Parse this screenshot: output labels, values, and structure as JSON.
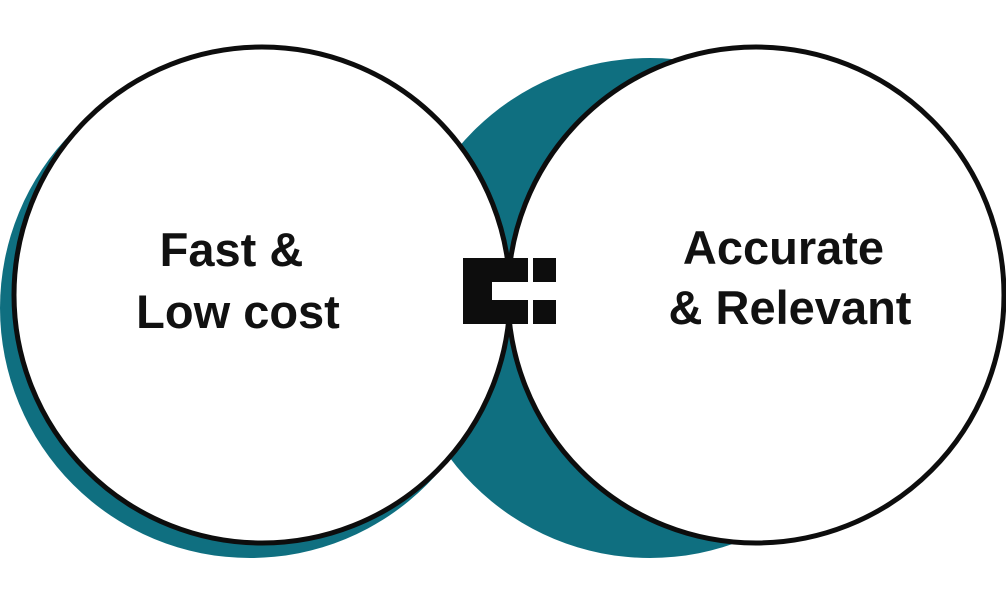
{
  "diagram": {
    "left_label_line1": "Fast &",
    "left_label_line2": "Low cost",
    "right_label_line1": "Accurate",
    "right_label_line2": "& Relevant",
    "center_icon": "logo-icon"
  },
  "colors": {
    "outline": "#0d0d0d",
    "shadow": "#0f6f80",
    "overlap_fill": "#b4d8dc",
    "circle_fill": "#ffffff",
    "text": "#111111"
  }
}
